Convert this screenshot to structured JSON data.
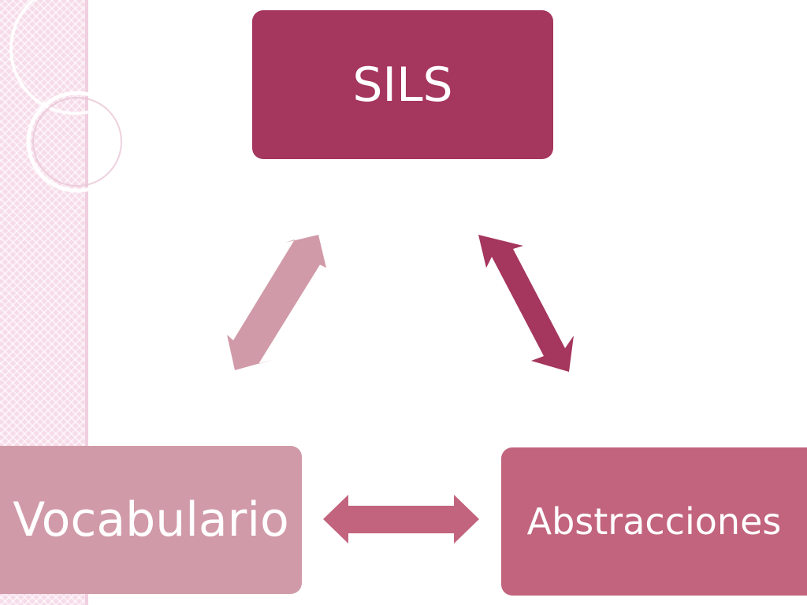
{
  "diagram": {
    "nodes": {
      "top": {
        "label": "SILS",
        "color": "#a5365d"
      },
      "left": {
        "label": "Vocabulario",
        "color": "#d19aa8"
      },
      "right": {
        "label": "Abstracciones",
        "color": "#c2647e"
      }
    },
    "arrows": [
      {
        "from": "left",
        "to": "top",
        "type": "bidirectional",
        "color": "#d19aa8"
      },
      {
        "from": "top",
        "to": "right",
        "type": "bidirectional",
        "color": "#a5365d"
      },
      {
        "from": "left",
        "to": "right",
        "type": "bidirectional",
        "color": "#c2647e"
      }
    ]
  },
  "theme": {
    "sidebar_color": "#f6dbe8",
    "decoration": "circle-rings"
  }
}
